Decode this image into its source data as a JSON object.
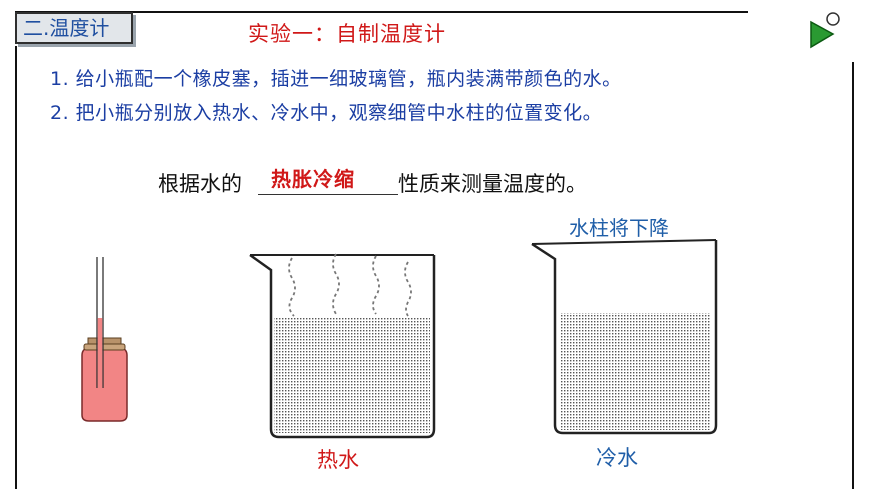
{
  "section": {
    "tag": "二.温度计"
  },
  "title": "实验一：自制温度计",
  "steps": [
    "1. 给小瓶配一个橡皮塞，插进一细玻璃管，瓶内装满带颜色的水。",
    "2. 把小瓶分别放入热水、冷水中，观察细管中水柱的位置变化。"
  ],
  "sentence": {
    "prefix": "根据水的",
    "answer": "热胀冷缩",
    "suffix": "性质来测量温度的。"
  },
  "labels": {
    "hot_water": "热水",
    "cold_water": "冷水",
    "column_falls": "水柱将下降"
  },
  "colors": {
    "title": "#d01818",
    "steps": "#1b3ea3",
    "answer": "#d01818",
    "cold_label": "#1f5ea8",
    "bottle_fill": "#f28585",
    "bottle_stopper": "#b8926a"
  },
  "icons": [
    "play-icon"
  ]
}
